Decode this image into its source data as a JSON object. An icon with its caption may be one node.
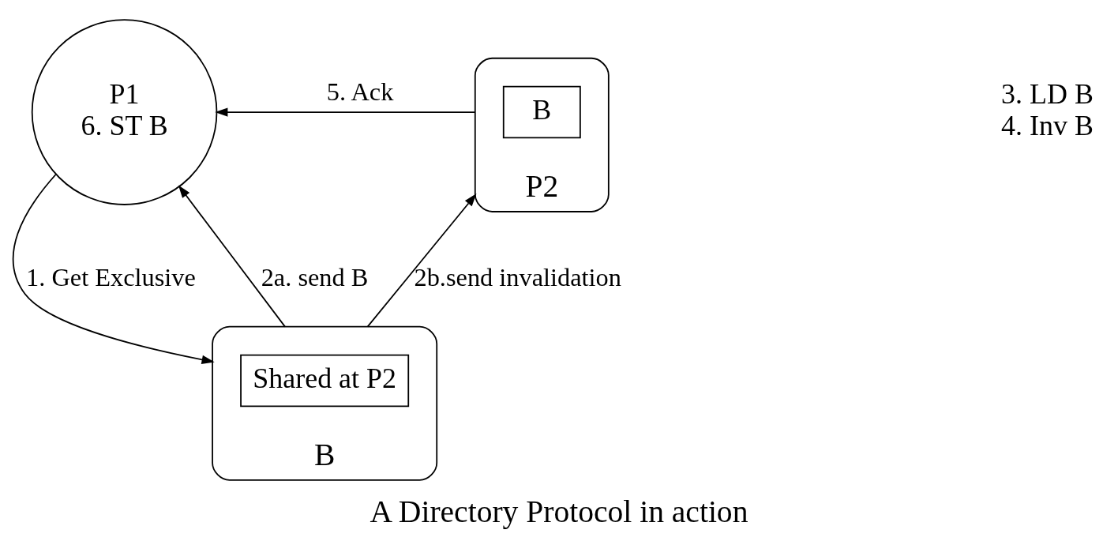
{
  "diagram": {
    "title": "A Directory Protocol in action",
    "nodes": [
      {
        "text": [
          "P1",
          "6. ST B"
        ]
      },
      {
        "text": [
          "P2"
        ],
        "beside": [
          "3. LD B",
          "4. Inv B"
        ]
      },
      {
        "text": [
          "B"
        ],
        "in": 1
      },
      {
        "text": [
          "B"
        ]
      },
      {
        "text": [
          "Shared at P2"
        ],
        "in": 3
      }
    ],
    "edges": [
      {
        "from": 0,
        "to": 3,
        "arrow": "to",
        "label": "1. Get Exclusive"
      },
      {
        "from": 3,
        "to": 0,
        "arrow": "to",
        "label": "2a. send B"
      },
      {
        "from": 3,
        "to": 1,
        "arrow": "to",
        "label": "2b.send invalidation"
      },
      {
        "from": 1,
        "to": 0,
        "arrow": "to",
        "label": "5. Ack"
      }
    ]
  }
}
